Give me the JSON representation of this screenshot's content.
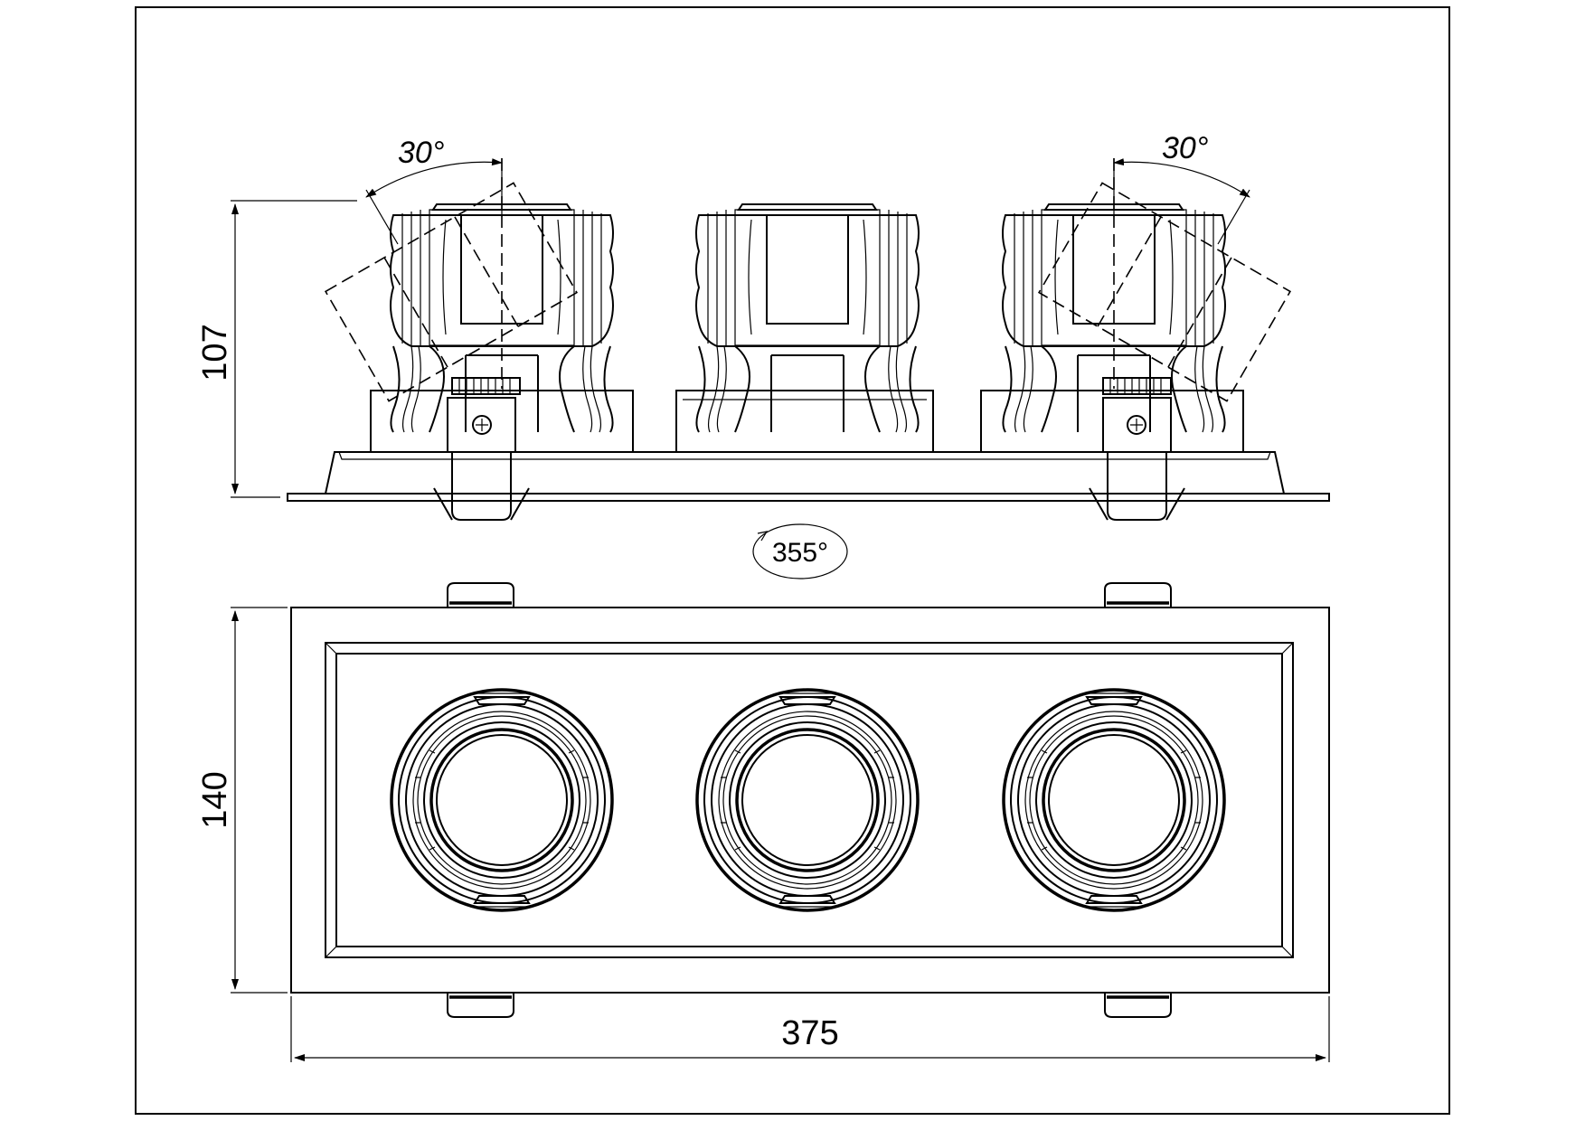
{
  "drawing": {
    "dimensions": {
      "side_height": "107",
      "front_height": "140",
      "front_width": "375"
    },
    "angles": {
      "tilt_left": "30°",
      "tilt_right": "30°",
      "rotation": "355°"
    }
  }
}
